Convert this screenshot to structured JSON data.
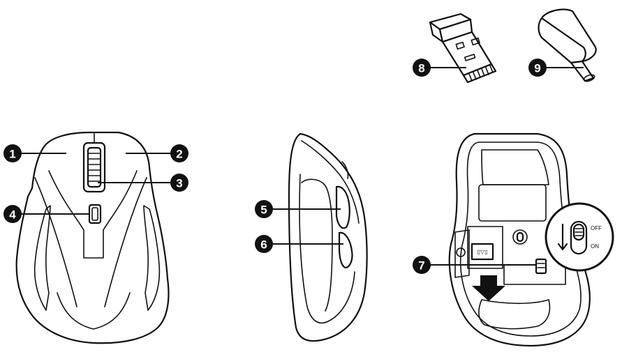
{
  "callouts": [
    {
      "id": "callout-1",
      "number": "1"
    },
    {
      "id": "callout-2",
      "number": "2"
    },
    {
      "id": "callout-3",
      "number": "3"
    },
    {
      "id": "callout-4",
      "number": "4"
    },
    {
      "id": "callout-5",
      "number": "5"
    },
    {
      "id": "callout-6",
      "number": "6"
    },
    {
      "id": "callout-7",
      "number": "7"
    },
    {
      "id": "callout-8",
      "number": "8"
    },
    {
      "id": "callout-9",
      "number": "9"
    }
  ],
  "power_switch": {
    "off_label": "OFF",
    "on_label": "ON"
  }
}
